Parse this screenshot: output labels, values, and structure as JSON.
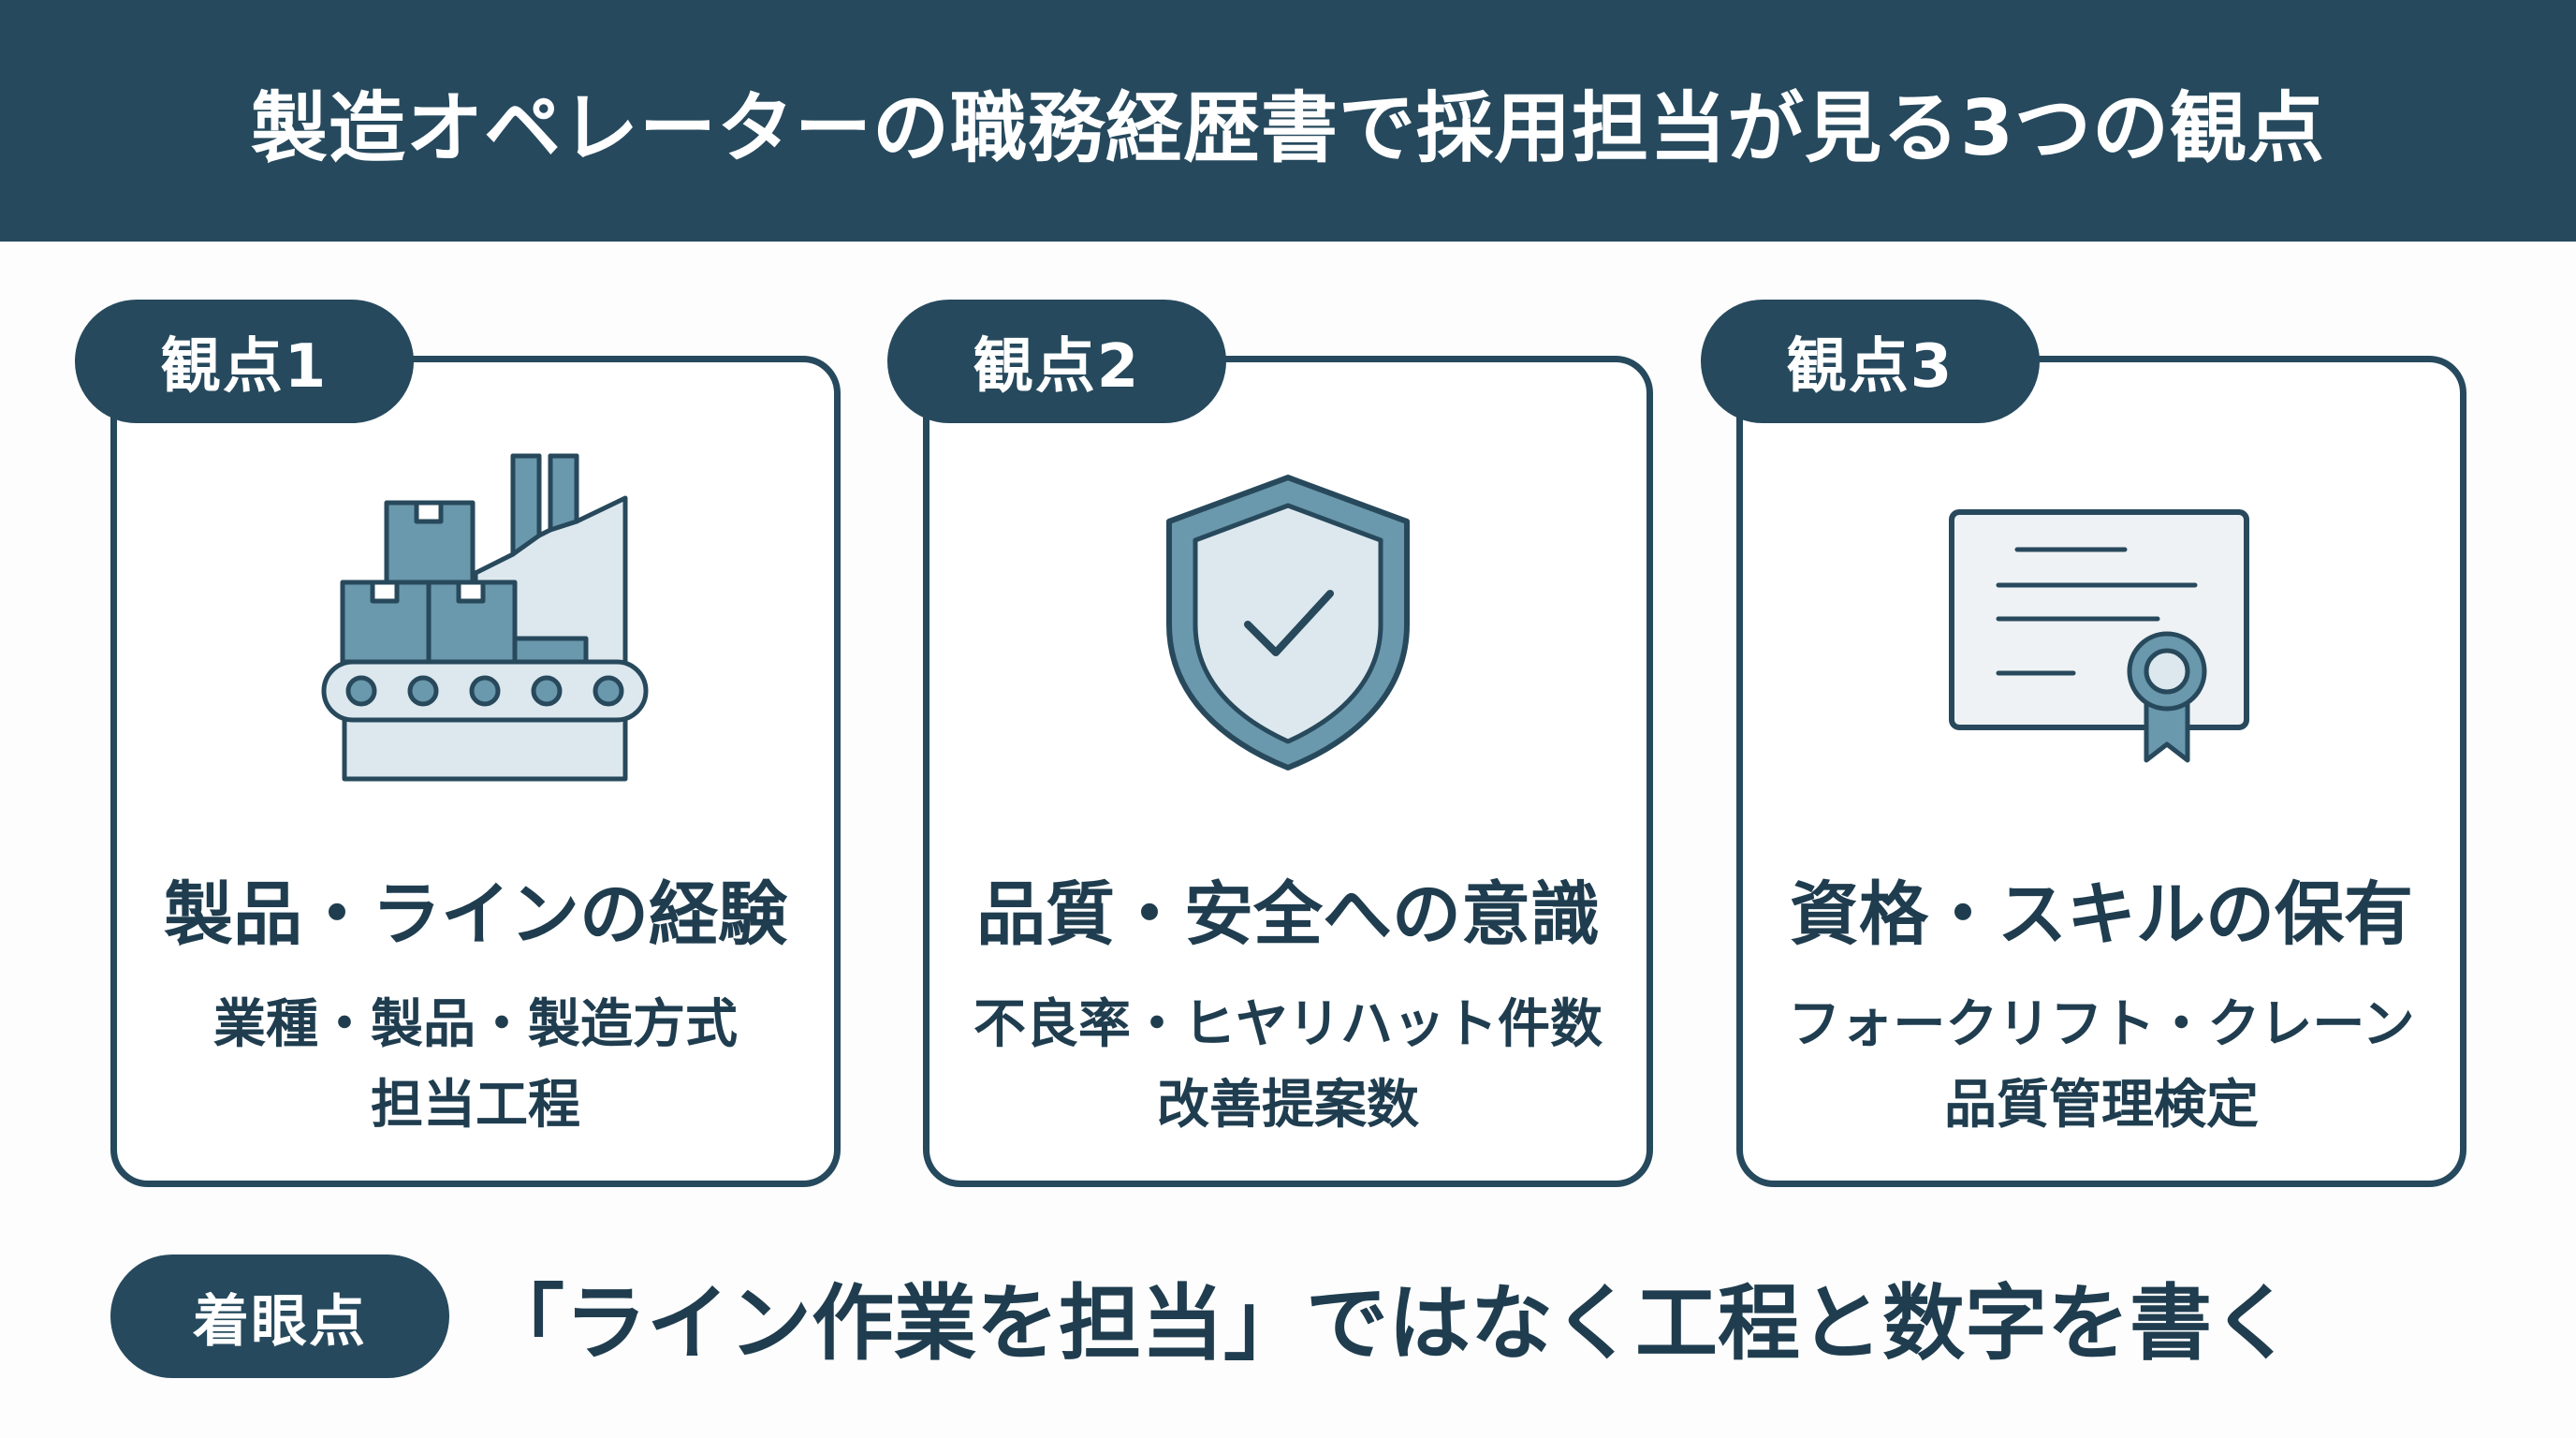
{
  "header": {
    "title": "製造オペレーターの職務経歴書で採用担当が見る3つの観点"
  },
  "cards": [
    {
      "badge": "観点1",
      "icon": "factory-conveyor-icon",
      "title": "製品・ラインの経験",
      "desc_lines": [
        "業種・製品・製造方式",
        "担当工程"
      ]
    },
    {
      "badge": "観点2",
      "icon": "shield-check-icon",
      "title": "品質・安全への意識",
      "desc_lines": [
        "不良率・ヒヤリハット件数",
        "改善提案数"
      ]
    },
    {
      "badge": "観点3",
      "icon": "certificate-icon",
      "title": "資格・スキルの保有",
      "desc_lines": [
        "フォークリフト・クレーン",
        "品質管理検定"
      ]
    }
  ],
  "focus": {
    "label": "着眼点",
    "text": "「ライン作業を担当」ではなく工程と数字を書く"
  },
  "colors": {
    "navy": "#26495d",
    "icon_fill": "#6a98ac",
    "icon_light": "#dde8ee",
    "icon_stroke": "#28495c"
  }
}
